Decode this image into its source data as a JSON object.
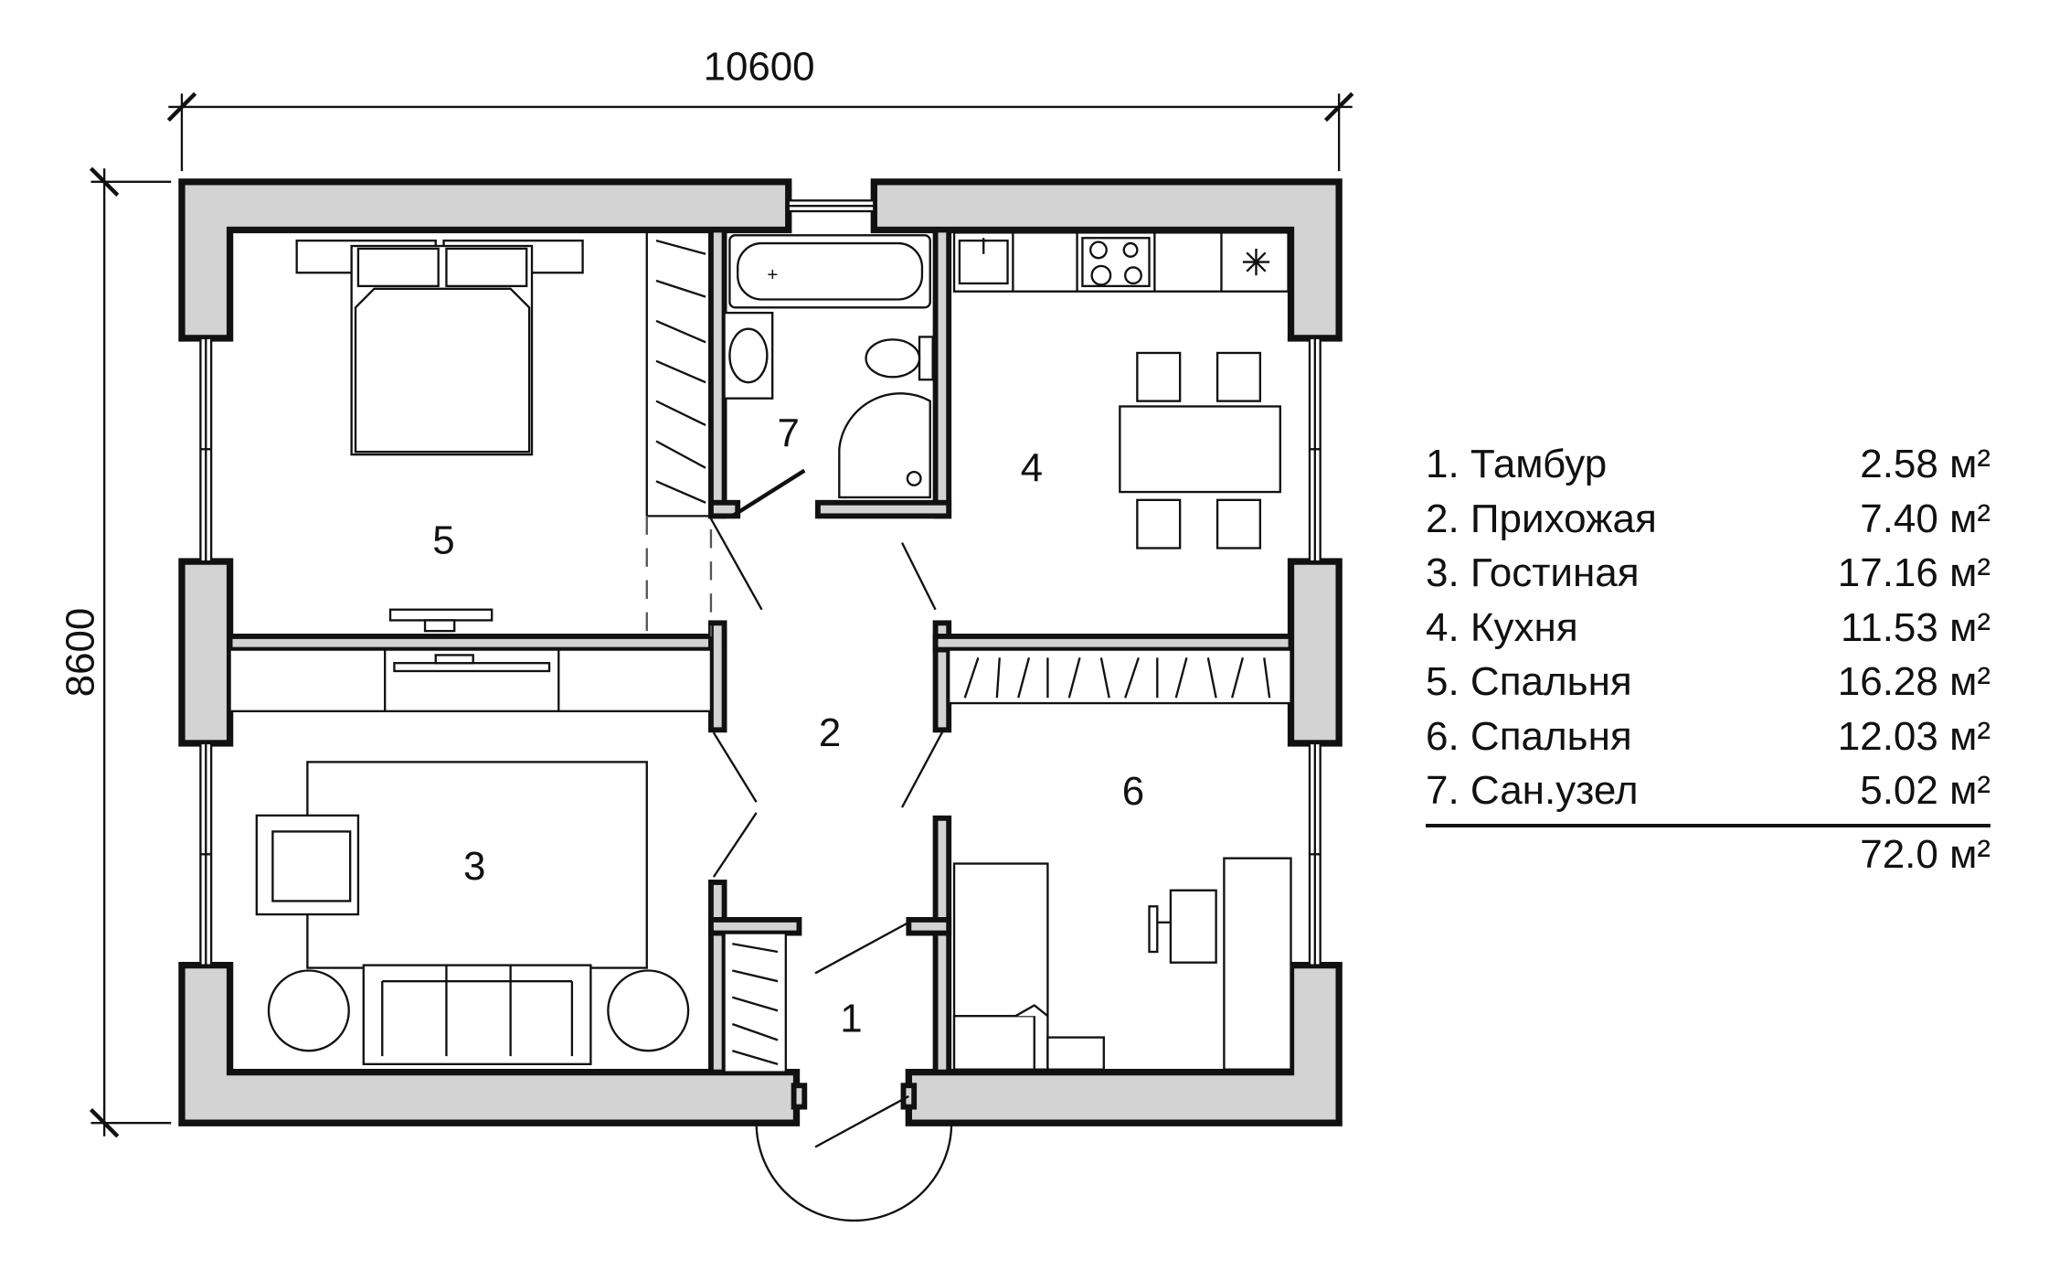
{
  "plan": {
    "width_label": "10600",
    "height_label": "8600",
    "room_numbers": {
      "r1": "1",
      "r2": "2",
      "r3": "3",
      "r4": "4",
      "r5": "5",
      "r6": "6",
      "r7": "7"
    }
  },
  "legend": {
    "rooms": [
      {
        "label": "1. Тамбур",
        "area": "2.58 м²"
      },
      {
        "label": "2. Прихожая",
        "area": "7.40 м²"
      },
      {
        "label": "3. Гостиная",
        "area": "17.16 м²"
      },
      {
        "label": "4. Кухня",
        "area": "11.53 м²"
      },
      {
        "label": "5. Спальня",
        "area": "16.28 м²"
      },
      {
        "label": "6. Спальня",
        "area": "12.03 м²"
      },
      {
        "label": "7. Сан.узел",
        "area": "5.02 м²"
      }
    ],
    "total": "72.0 м²"
  }
}
